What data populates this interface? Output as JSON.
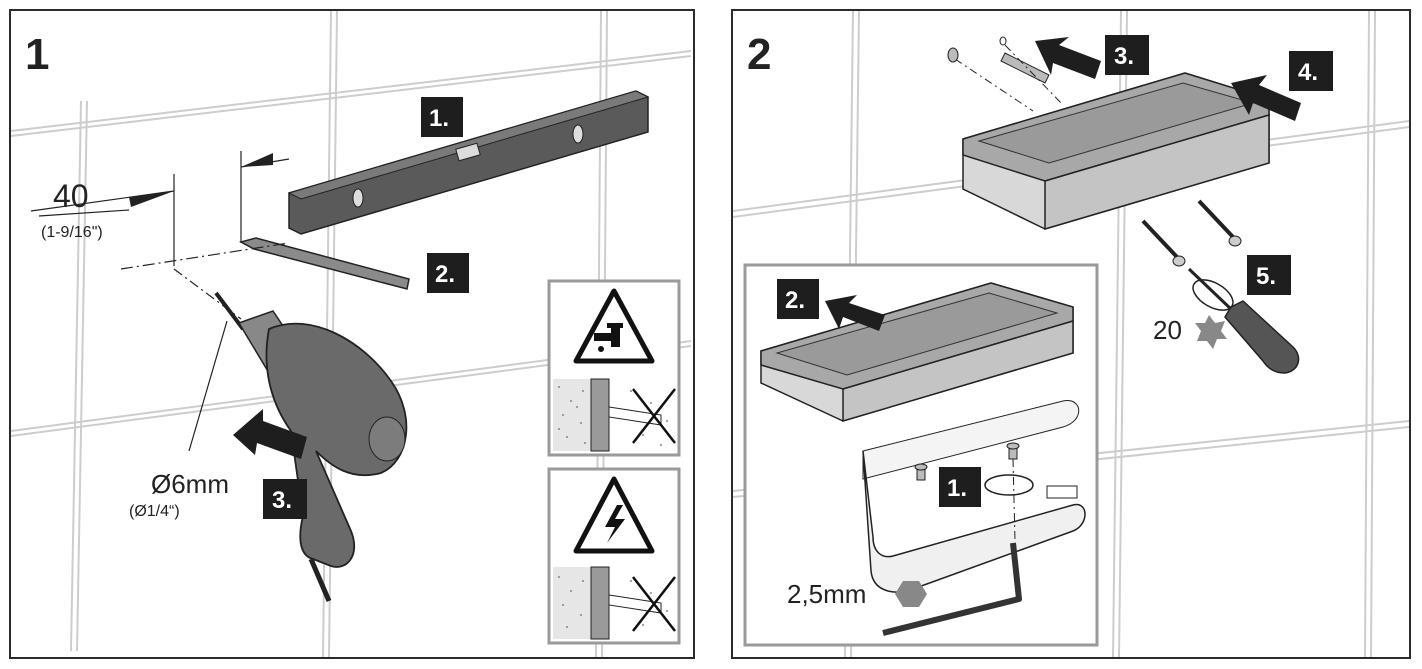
{
  "panel1": {
    "number": "1",
    "dimension": {
      "value": "40",
      "imperial": "(1-9/16\")"
    },
    "drill": {
      "diameter": "Ø6mm",
      "diameter_imperial": "(Ø1/4“)"
    },
    "steps": [
      "1.",
      "2.",
      "3."
    ],
    "warnings": [
      {
        "icon": "water-pipe-warning-icon"
      },
      {
        "icon": "electric-shock-warning-icon"
      }
    ]
  },
  "panel2": {
    "number": "2",
    "steps": [
      "1.",
      "2.",
      "3.",
      "4.",
      "5."
    ],
    "torx_size": "20",
    "hex_key_size": "2,5mm",
    "colors": {
      "tile_line": "#cfcfcf",
      "tool_gray": "#666666",
      "step_box": "#1e1e1e"
    }
  }
}
